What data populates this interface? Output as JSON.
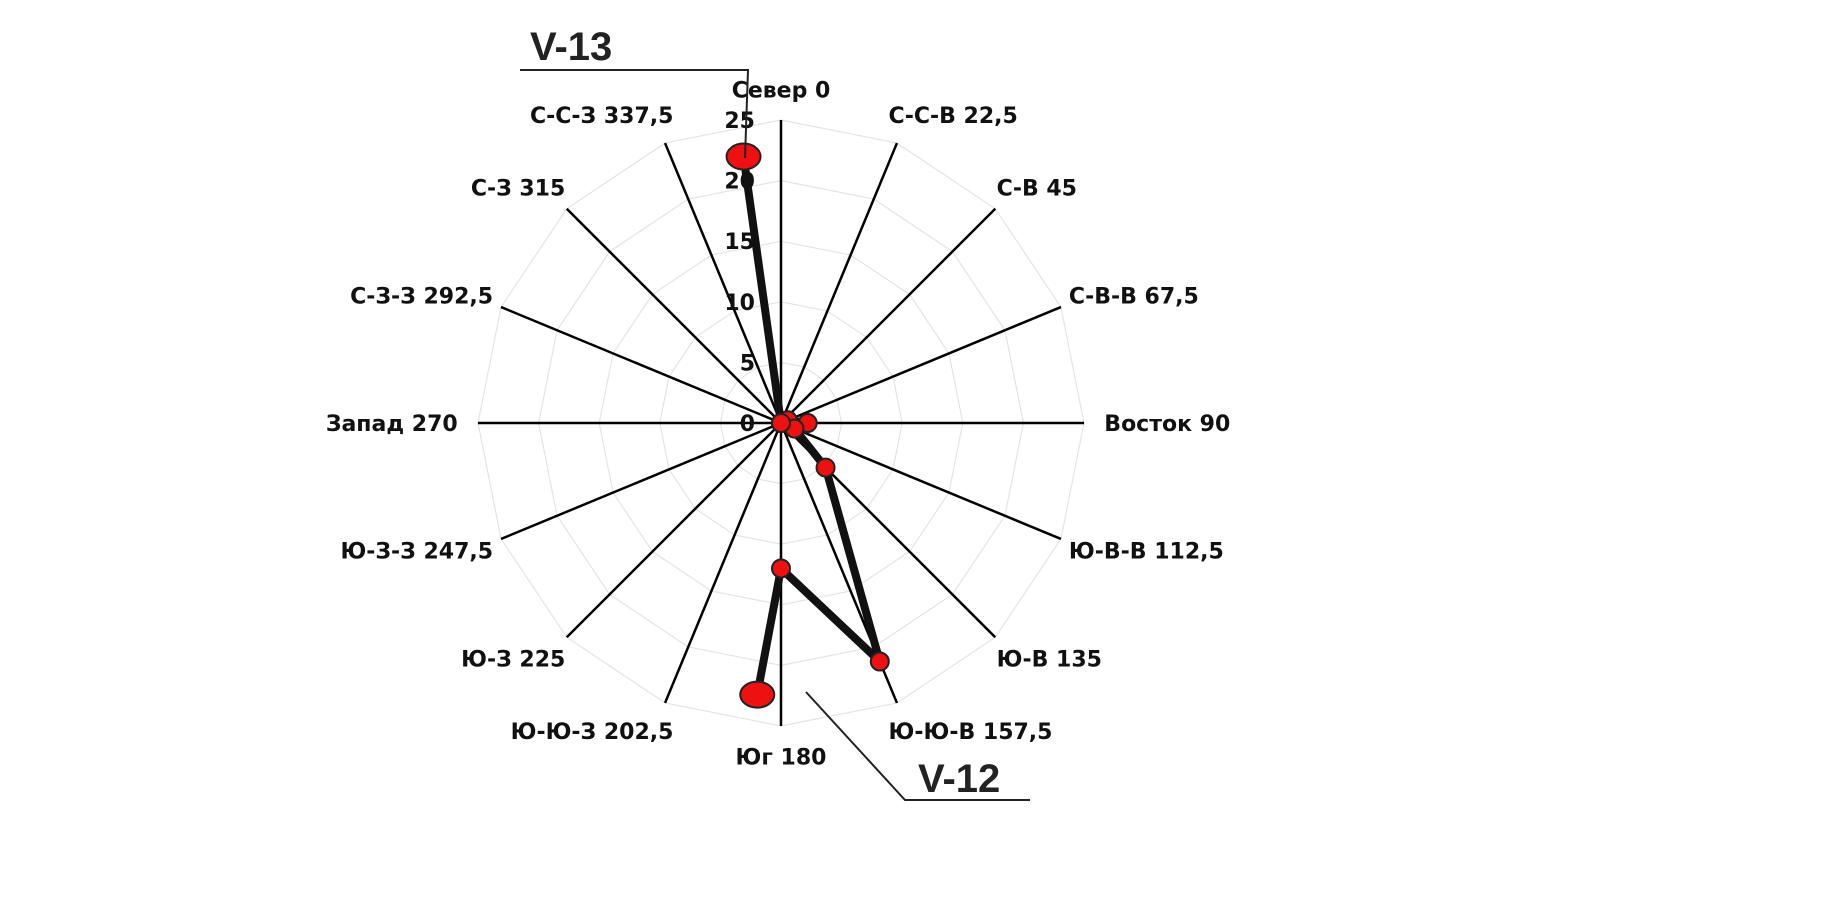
{
  "chart_data": {
    "type": "radar",
    "title": "",
    "axes": [
      {
        "label": "Север 0",
        "angle": 0
      },
      {
        "label": "С-С-В 22,5",
        "angle": 22.5
      },
      {
        "label": "С-В 45",
        "angle": 45
      },
      {
        "label": "С-В-В 67,5",
        "angle": 67.5
      },
      {
        "label": "Восток 90",
        "angle": 90
      },
      {
        "label": "Ю-В-В 112,5",
        "angle": 112.5
      },
      {
        "label": "Ю-В 135",
        "angle": 135
      },
      {
        "label": "Ю-Ю-В 157,5",
        "angle": 157.5
      },
      {
        "label": "Юг 180",
        "angle": 180
      },
      {
        "label": "Ю-Ю-З 202,5",
        "angle": 202.5
      },
      {
        "label": "Ю-З 225",
        "angle": 225
      },
      {
        "label": "Ю-З-З 247,5",
        "angle": 247.5
      },
      {
        "label": "Запад 270",
        "angle": 270
      },
      {
        "label": "С-З-З 292,5",
        "angle": 292.5
      },
      {
        "label": "С-З 315",
        "angle": 315
      },
      {
        "label": "С-С-З 337,5",
        "angle": 337.5
      }
    ],
    "radial_ticks": [
      "0",
      "5",
      "10",
      "15",
      "20",
      "25"
    ],
    "rlim": [
      0,
      25
    ],
    "grid": true,
    "series": [
      {
        "name": "V-12",
        "color": "#111111",
        "marker_color": "#ee1111",
        "points": [
          {
            "angle": 0,
            "value": 0
          },
          {
            "angle": 67.5,
            "value": 0.6
          },
          {
            "angle": 90,
            "value": 2.2
          },
          {
            "angle": 112.5,
            "value": 1.2
          },
          {
            "angle": 135,
            "value": 5.2
          },
          {
            "angle": 157.5,
            "value": 21.3
          },
          {
            "angle": 180,
            "value": 12
          },
          {
            "angle": 185,
            "value": 22.5
          }
        ]
      },
      {
        "name": "V-13",
        "color": "#111111",
        "marker_color": "#ee1111",
        "points": [
          {
            "angle": 0,
            "value": 0
          },
          {
            "angle": 352,
            "value": 22.2
          }
        ]
      }
    ],
    "annotations": [
      {
        "text": "V-13",
        "series": "V-13"
      },
      {
        "text": "V-12",
        "series": "V-12"
      }
    ]
  }
}
